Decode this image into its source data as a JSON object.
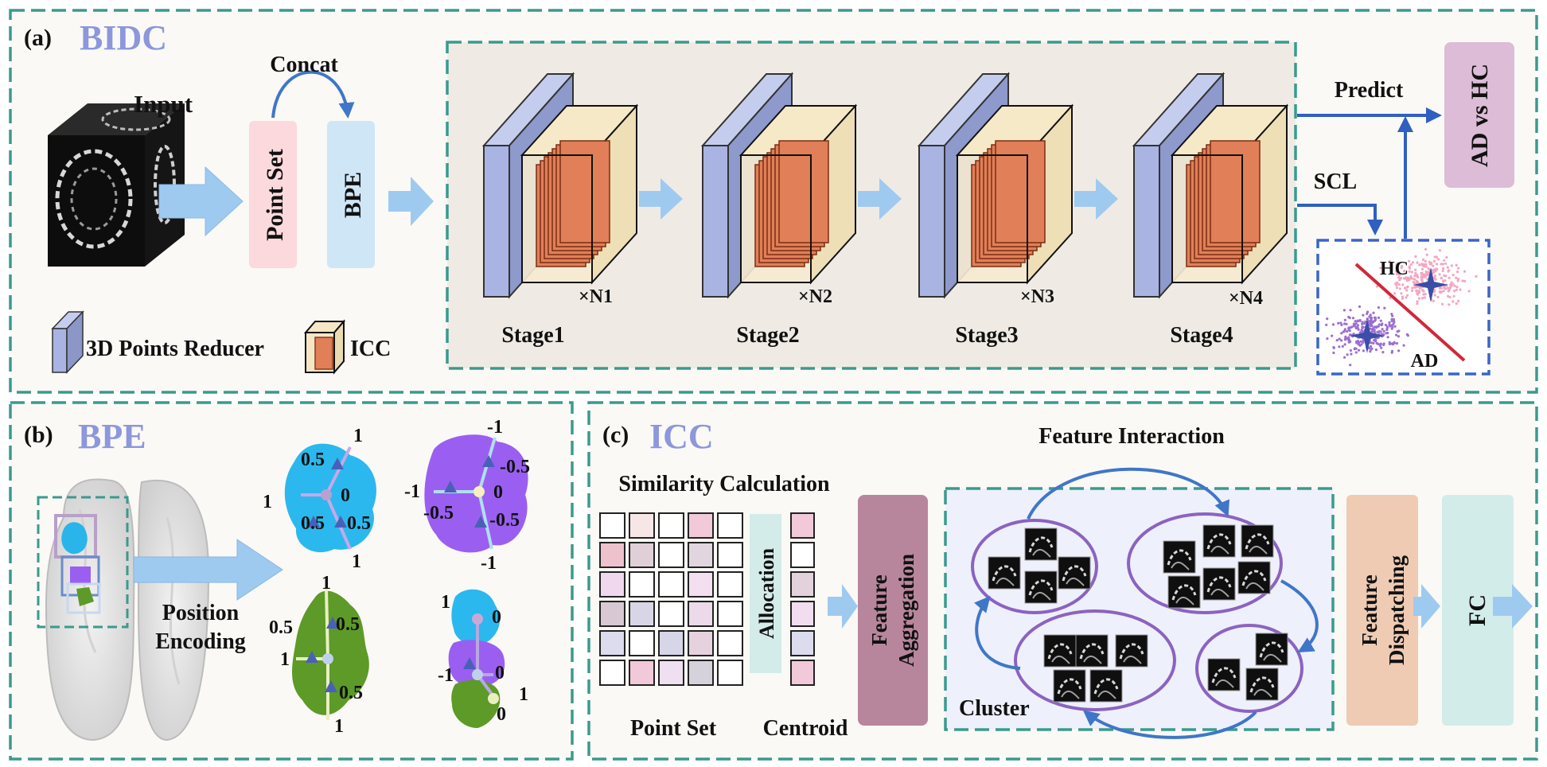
{
  "panel_a": {
    "tag": "(a)",
    "title": "BIDC",
    "input_label": "Input",
    "concat_label": "Concat",
    "point_set_block": "Point Set",
    "bpe_block": "BPE",
    "stages": [
      {
        "label": "Stage1",
        "repeat": "×N1"
      },
      {
        "label": "Stage2",
        "repeat": "×N2"
      },
      {
        "label": "Stage3",
        "repeat": "×N3"
      },
      {
        "label": "Stage4",
        "repeat": "×N4"
      }
    ],
    "predict_label": "Predict",
    "scl_label": "SCL",
    "output_block": "AD vs HC",
    "scatter": {
      "hc_label": "HC",
      "ad_label": "AD"
    },
    "legend": {
      "reducer_label": "3D Points Reducer",
      "icc_label": "ICC"
    }
  },
  "panel_b": {
    "tag": "(b)",
    "title": "BPE",
    "position_encoding_line1": "Position",
    "position_encoding_line2": "Encoding",
    "blue_region_values": [
      "1",
      "0.5",
      "1",
      "0",
      "0.5",
      "0.5",
      "1"
    ],
    "purple_region_values": [
      "-1",
      "-0.5",
      "-1",
      "0",
      "-0.5",
      "-0.5",
      "-1"
    ],
    "green_region_values": [
      "1",
      "0.5",
      "0.5",
      "1",
      "0.5",
      "1"
    ],
    "mixed_region_values": [
      "1",
      "0",
      "-1",
      "0",
      "1",
      "0"
    ]
  },
  "panel_c": {
    "tag": "(c)",
    "title": "ICC",
    "similarity_label": "Similarity Calculation",
    "allocation_label": "Allocation",
    "point_set_label": "Point Set",
    "centroid_label": "Centroid",
    "feature_aggregation_line1": "Feature",
    "feature_aggregation_line2": "Aggregation",
    "feature_interaction_label": "Feature Interaction",
    "cluster_label": "Cluster",
    "feature_dispatching_line1": "Feature",
    "feature_dispatching_line2": "Dispatching",
    "fc_label": "FC"
  },
  "colors": {
    "dashed_border": "#3a9a8e",
    "title_accent": "#8c97dc",
    "arrow_blue": "#9fcaf0",
    "reducer_blue": "#a9b4e2",
    "icc_orange": "#e07f58",
    "point_set_pink": "#fbd9dc",
    "bpe_blue": "#cfe6f7",
    "output_pink": "#dcbcd6",
    "aggregation_purple": "#b8869c",
    "dispatching_peach": "#efcbb4",
    "fc_mint": "#d2ecea",
    "cluster_purple": "#8b63c0",
    "curve_blue": "#3f76c8",
    "scl_blue": "#3a65c8",
    "hc_pink": "#f4a6c0",
    "ad_purple": "#9c6fcf"
  },
  "matrix": {
    "point_set": [
      [
        "#ffffff",
        "#f7e6e6",
        "#ffffff",
        "#f2c9d8",
        "#ffffff"
      ],
      [
        "#eec2cc",
        "#dfd0d8",
        "#ffffff",
        "#e1d6df",
        "#ffffff"
      ],
      [
        "#f0d9ee",
        "#ffffff",
        "#ffffff",
        "#f4dff0",
        "#ffffff"
      ],
      [
        "#d8c8d4",
        "#d8d6e6",
        "#ffffff",
        "#ecdaea",
        "#ffffff"
      ],
      [
        "#dcdcee",
        "#ffffff",
        "#d6d6e8",
        "#e6d2de",
        "#ffffff"
      ],
      [
        "#ffffff",
        "#f2c9d8",
        "#eee0f0",
        "#d6d2dc",
        "#ffffff"
      ]
    ],
    "centroid": [
      "#f2c9d8",
      "#ffffff",
      "#e3d2dc",
      "#f2dcf0",
      "#dcdcee",
      "#f2c9d8"
    ]
  }
}
